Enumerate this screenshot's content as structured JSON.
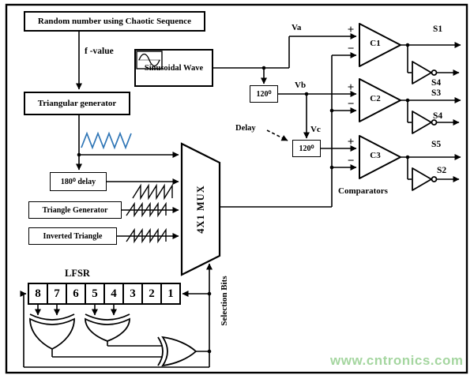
{
  "diagram": {
    "blocks": {
      "random": "Random number using Chaotic Sequence",
      "f_value": "f -value",
      "triangular": "Triangular generator",
      "sinusoidal": "Sinusoidal Wave",
      "delay180": "180⁰ delay",
      "triangle_gen": "Triangle Generator",
      "inverted_triangle": "Inverted Triangle",
      "mux": "4X1 MUX",
      "delay120_a": "120⁰",
      "delay120_b": "120⁰",
      "delay_caption": "Delay",
      "selection_bits": "Selection Bits",
      "lfsr": "LFSR",
      "comparators_caption": "Comparators"
    },
    "signals": {
      "va": "Va",
      "vb": "Vb",
      "vc": "Vc"
    },
    "signs": {
      "plus": "+",
      "minus": "−"
    },
    "comparator_labels": [
      "C1",
      "C2",
      "C3"
    ],
    "outputs": [
      "S1",
      "S4",
      "S3",
      "S4",
      "S5",
      "S2"
    ],
    "lfsr_cells": [
      "8",
      "7",
      "6",
      "5",
      "4",
      "3",
      "2",
      "1"
    ],
    "watermark": "www.cntronics.com",
    "colors": {
      "wave_blue": "#2e75b6",
      "watermark_green": "#a5d6a0",
      "line": "#000000"
    }
  }
}
